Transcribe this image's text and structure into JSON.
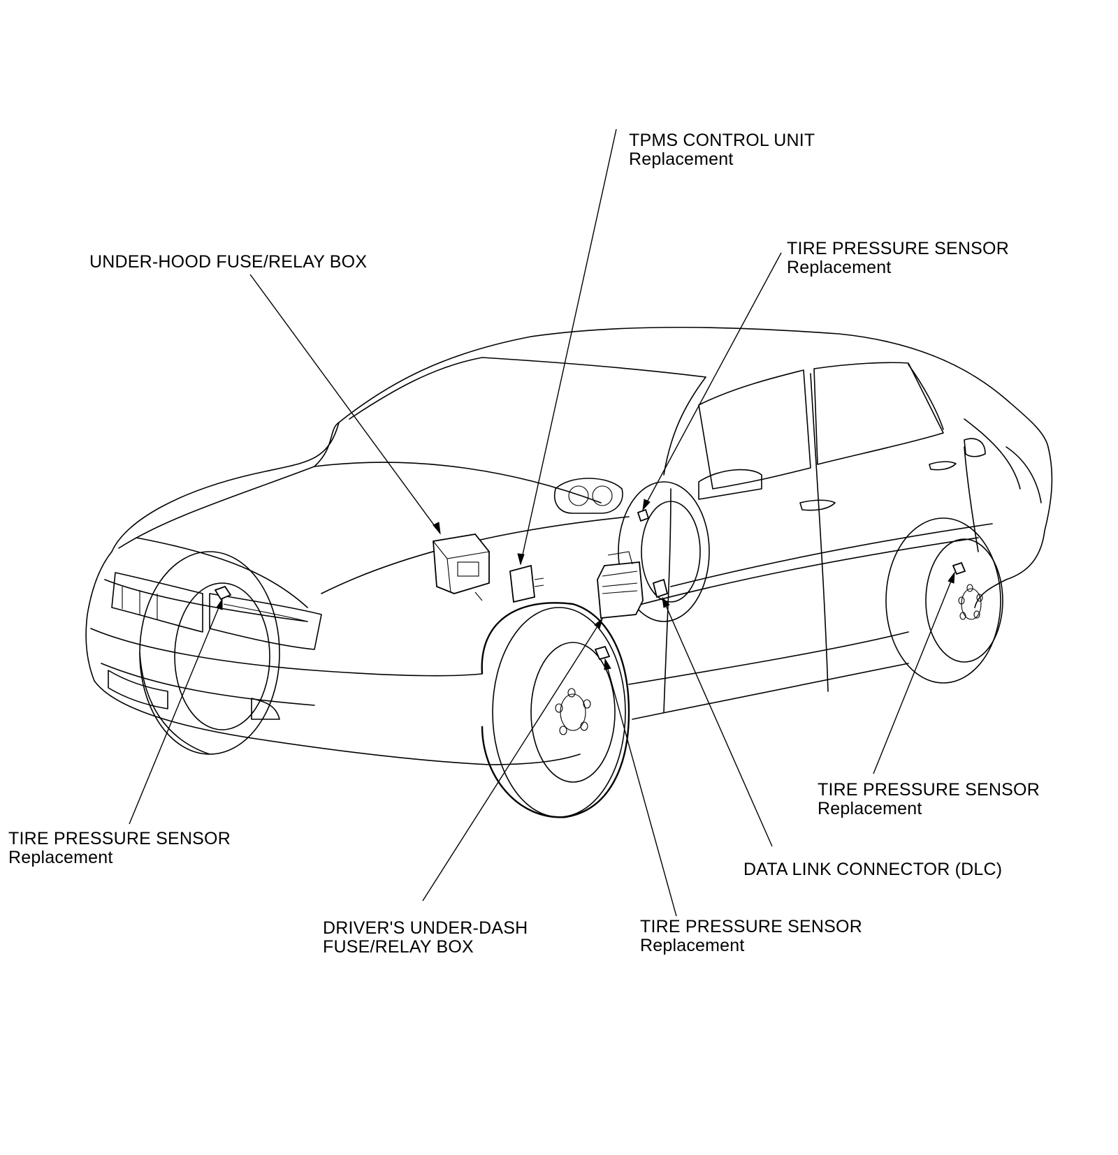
{
  "labels": {
    "tpms_control_unit": {
      "line1": "TPMS CONTROL UNIT",
      "line2": "Replacement"
    },
    "under_hood_fuse_box": {
      "line1": "UNDER-HOOD FUSE/RELAY BOX"
    },
    "tire_sensor_rear_right_top": {
      "line1": "TIRE PRESSURE SENSOR",
      "line2": "Replacement"
    },
    "tire_sensor_front_left": {
      "line1": "TIRE PRESSURE SENSOR",
      "line2": "Replacement"
    },
    "tire_sensor_rear_right": {
      "line1": "TIRE PRESSURE SENSOR",
      "line2": "Replacement"
    },
    "data_link_connector": {
      "line1": "DATA LINK CONNECTOR (DLC)"
    },
    "drivers_under_dash_fuse_box": {
      "line1": "DRIVER'S UNDER-DASH",
      "line2": "FUSE/RELAY BOX"
    },
    "tire_sensor_front_right": {
      "line1": "TIRE PRESSURE SENSOR",
      "line2": "Replacement"
    }
  },
  "colors": {
    "line": "#000000",
    "background": "#ffffff"
  }
}
